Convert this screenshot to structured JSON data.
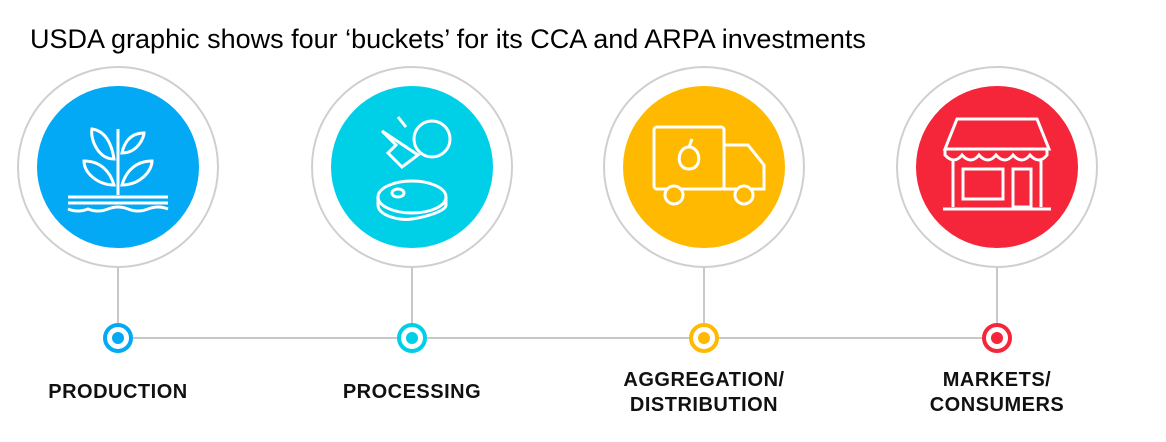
{
  "title": "USDA graphic shows four ‘buckets’ for its CCA and ARPA investments",
  "buckets": [
    {
      "line1": "PRODUCTION",
      "line2": "",
      "color": "#03a9f4",
      "icon": "plant-icon"
    },
    {
      "line1": "PROCESSING",
      "line2": "",
      "color": "#00cfe8",
      "icon": "meat-processing-icon"
    },
    {
      "line1": "AGGREGATION/",
      "line2": "DISTRIBUTION",
      "color": "#ffb900",
      "icon": "delivery-truck-icon"
    },
    {
      "line1": "MARKETS/",
      "line2": "CONSUMERS",
      "color": "#f5253a",
      "icon": "storefront-icon"
    }
  ]
}
